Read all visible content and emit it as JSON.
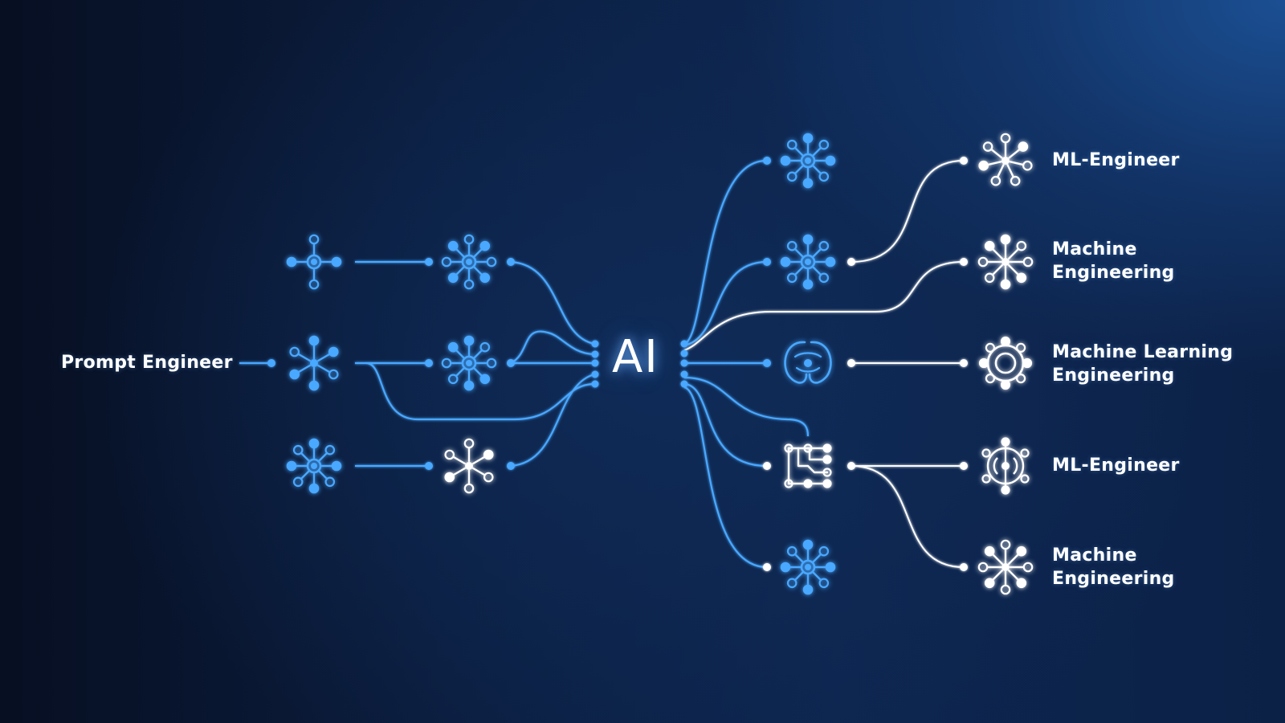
{
  "center": {
    "label": "AI"
  },
  "left": {
    "input_label": "Prompt Engineer"
  },
  "right": {
    "labels": [
      "ML-Engineer",
      "Machine Engineering",
      "Machine Learning Engineering",
      "ML-Engineer",
      "Machine Engineering"
    ],
    "label_lines": [
      [
        "ML-Engineer"
      ],
      [
        "Machine",
        "Engineering"
      ],
      [
        "Machine Learning",
        "Engineering"
      ],
      [
        "ML-Engineer"
      ],
      [
        "Machine",
        "Engineering"
      ]
    ]
  },
  "icons": [
    "left-col1-network-icon-1",
    "left-col1-network-icon-2",
    "left-col1-network-icon-3",
    "left-col2-network-icon-1",
    "left-col2-network-icon-2",
    "left-col2-network-icon-3",
    "right-col1-network-icon-1",
    "right-col1-network-icon-2",
    "right-col1-brain-icon",
    "right-col1-circuit-icon",
    "right-col1-network-icon-5",
    "right-col2-network-icon-1",
    "right-col2-network-icon-2",
    "right-col2-gear-icon",
    "right-col2-target-icon",
    "right-col2-network-icon-5"
  ],
  "colors": {
    "accent_blue": "#4aa8ff",
    "white": "#ffffff",
    "background_dark": "#070f22",
    "background_glow": "#1b4f93"
  }
}
